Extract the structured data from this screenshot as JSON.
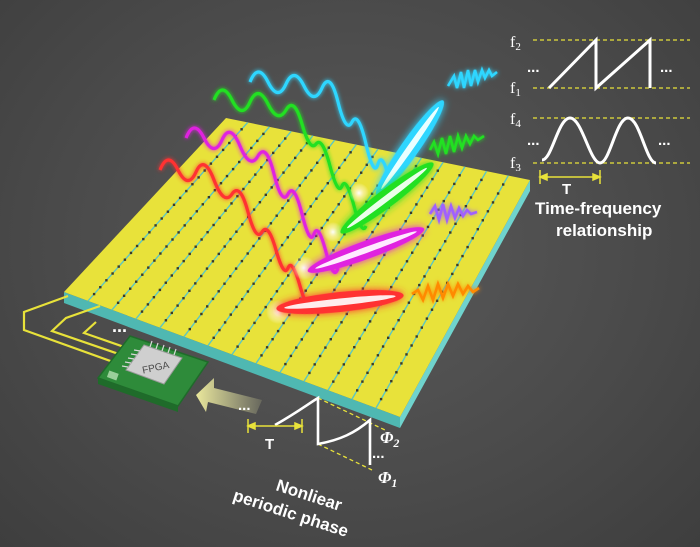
{
  "labels": {
    "time_frequency_line1": "Time-frequency",
    "time_frequency_line2": "relationship",
    "nonlinear_line1": "Nonliear",
    "nonlinear_line2": "periodic phase",
    "fpga": "FPGA",
    "period_symbol": "T",
    "dots": "..."
  },
  "frequency_labels": {
    "f1": "f",
    "f1_sub": "1",
    "f2": "f",
    "f2_sub": "2",
    "f3": "f",
    "f3_sub": "3",
    "f4": "f",
    "f4_sub": "4"
  },
  "phase_labels": {
    "phi1": "Φ",
    "phi1_sub": "1",
    "phi2": "Φ",
    "phi2_sub": "2"
  },
  "colors": {
    "background": "#4a4a4a",
    "metasurface": "#e8e23a",
    "substrate": "#5ec6c0",
    "fpga_board": "#2e8b3a",
    "beam_cyan": "#2fd6ff",
    "beam_green": "#22e022",
    "beam_magenta": "#e020e0",
    "beam_red": "#ff3030",
    "beam_orange": "#ff8a00",
    "dashed_guides": "#e8e23a",
    "arrow": "#e8e8a0"
  },
  "icons": [
    "fpga-chip-icon",
    "metasurface-array",
    "wave-beams",
    "sawtooth-waveform",
    "sinusoid-waveform",
    "phase-waveform",
    "left-arrow-icon"
  ]
}
